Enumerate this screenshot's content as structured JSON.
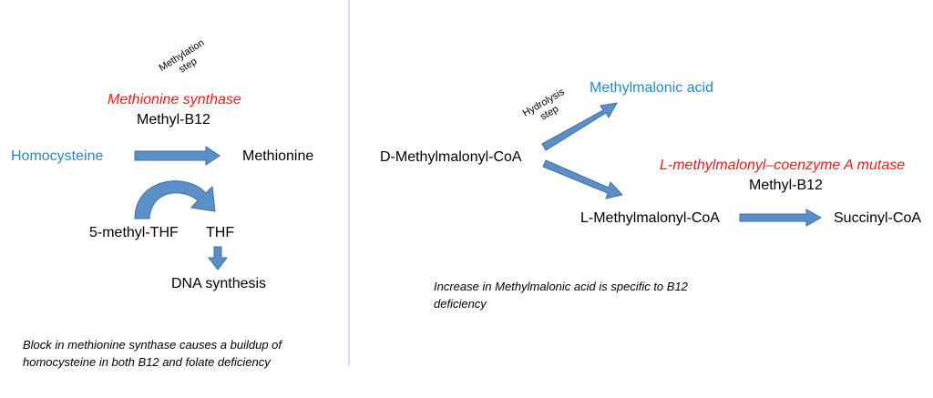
{
  "left_panel": {
    "step_label": "Methylation\nstep",
    "enzyme": "Methionine synthase",
    "cofactor": "Methyl-B12",
    "substrate": "Homocysteine",
    "product": "Methionine",
    "donor": "5-methyl-THF",
    "thf": "THF",
    "downstream": "DNA synthesis",
    "note": "Block in methionine synthase causes a buildup of homocysteine in both B12 and folate deficiency"
  },
  "right_panel": {
    "step_label": "Hydrolysis\nstep",
    "branch_product": "Methylmalonic acid",
    "substrate": "D-Methylmalonyl-CoA",
    "enzyme": "L-methylmalonyl–coenzyme A mutase",
    "cofactor": "Methyl-B12",
    "intermediate": "L-Methylmalonyl-CoA",
    "product": "Succinyl-CoA",
    "note": "Increase in Methylmalonic acid is specific to B12 deficiency"
  },
  "colors": {
    "enzyme": "#e8201e",
    "highlight": "#2e86c1",
    "arrow_fill": "#5b8fc9",
    "arrow_stroke": "#41719c",
    "divider": "#9dc3e6"
  }
}
